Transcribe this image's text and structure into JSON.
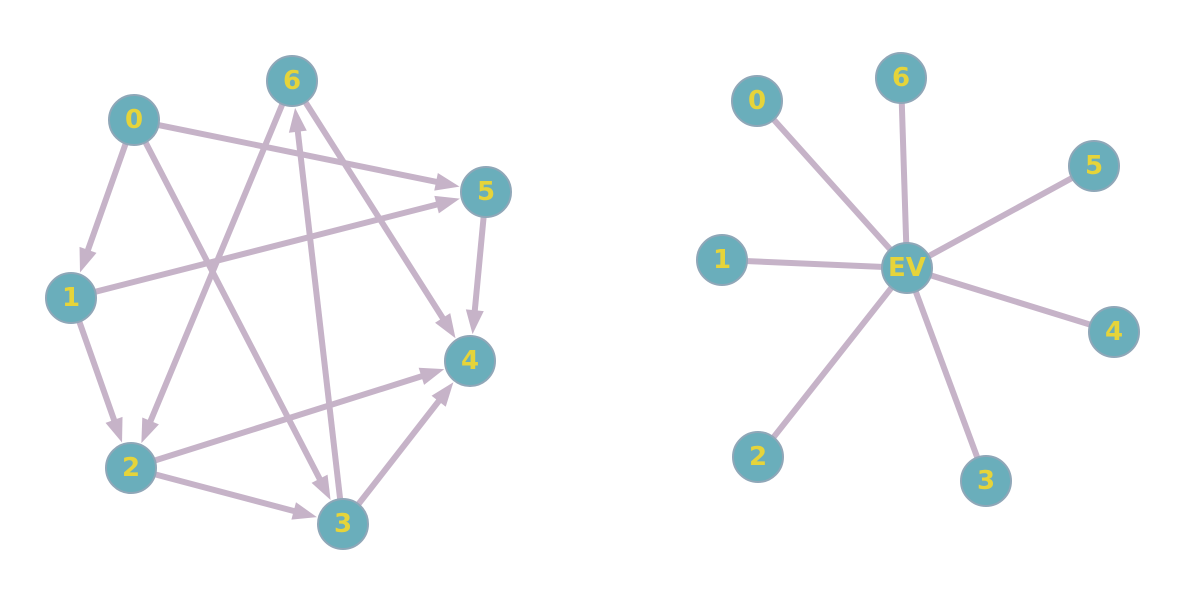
{
  "colors": {
    "node_fill": "#6aaebb",
    "node_border": "#8fa7b8",
    "edge": "#c6b3c8",
    "label": "#e6d43a",
    "background": "#ffffff"
  },
  "graphs": [
    {
      "id": "directed-graph",
      "directed": true,
      "nodes": [
        "0",
        "1",
        "2",
        "3",
        "4",
        "5",
        "6"
      ],
      "edges": [
        [
          "0",
          "1"
        ],
        [
          "0",
          "5"
        ],
        [
          "0",
          "3"
        ],
        [
          "1",
          "5"
        ],
        [
          "1",
          "2"
        ],
        [
          "2",
          "4"
        ],
        [
          "2",
          "3"
        ],
        [
          "3",
          "6"
        ],
        [
          "3",
          "4"
        ],
        [
          "6",
          "2"
        ],
        [
          "6",
          "4"
        ],
        [
          "5",
          "4"
        ]
      ]
    },
    {
      "id": "star-graph",
      "directed": false,
      "center": "EV",
      "nodes": [
        "EV",
        "0",
        "1",
        "2",
        "3",
        "4",
        "5",
        "6"
      ],
      "edges": [
        [
          "EV",
          "0"
        ],
        [
          "EV",
          "1"
        ],
        [
          "EV",
          "2"
        ],
        [
          "EV",
          "3"
        ],
        [
          "EV",
          "4"
        ],
        [
          "EV",
          "5"
        ],
        [
          "EV",
          "6"
        ]
      ]
    }
  ]
}
